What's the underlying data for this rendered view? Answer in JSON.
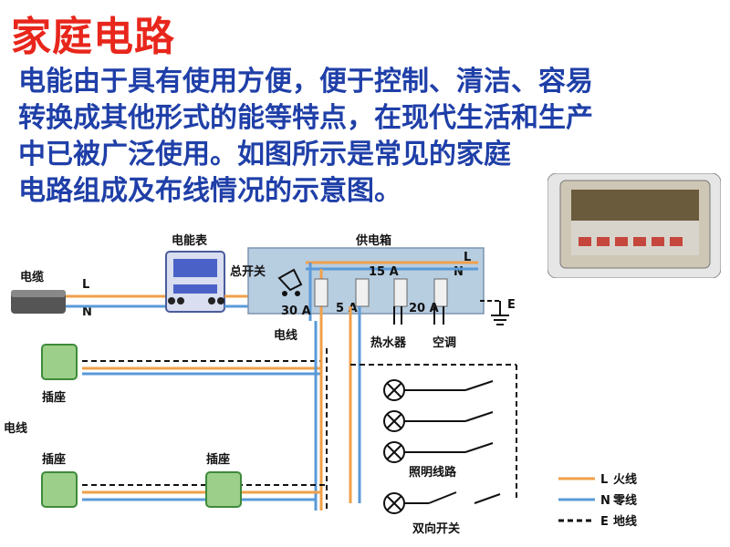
{
  "title": "家庭电路",
  "paragraph": [
    "电能由于具有使用方便，便于控制、清洁、容易",
    "转换成其他形式的能等特点，在现代生活和生产",
    "中已被广泛使用。如图所示是常见的家庭",
    "电路组成及布线情况的示意图。"
  ],
  "diagram": {
    "cable": "电缆",
    "L": "L",
    "N": "N",
    "meter": "电能表",
    "main_switch": "总开关",
    "supply_box": "供电箱",
    "box_L": "L",
    "box_N": "N",
    "fuse_30A": "30 A",
    "fuse_5A": "5 A",
    "fuse_15A": "15 A",
    "fuse_20A": "20 A",
    "E": "E",
    "water_heater": "热水器",
    "air_conditioner": "空调",
    "wire_label_1": "电线",
    "wire_label_2": "电线",
    "socket_1": "插座",
    "socket_2": "插座",
    "socket_3": "插座",
    "lighting_circuit": "照明线路",
    "two_way_switch": "双向开关",
    "legend": [
      {
        "key": "L",
        "label": "火线",
        "color": "#f0a04a"
      },
      {
        "key": "N",
        "label": "零线",
        "color": "#5a9ad8"
      },
      {
        "key": "E",
        "label": "地线",
        "color": "#111111"
      }
    ]
  }
}
